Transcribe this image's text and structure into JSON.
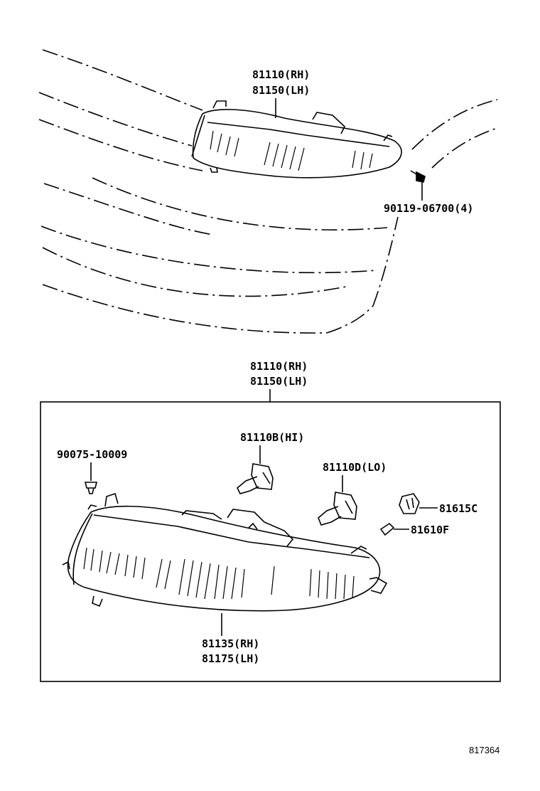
{
  "labels": {
    "top_rh": "81110(RH)",
    "top_lh": "81150(LH)",
    "screw": "90119-06700(4)",
    "assy_rh": "81110(RH)",
    "assy_lh": "81150(LH)",
    "bulb_hi": "81110B(HI)",
    "clip": "90075-10009",
    "bulb_lo": "81110D(LO)",
    "socket": "81615C",
    "bulb_small": "81610F",
    "lens_rh": "81135(RH)",
    "lens_lh": "81175(LH)",
    "ref": "817364"
  }
}
